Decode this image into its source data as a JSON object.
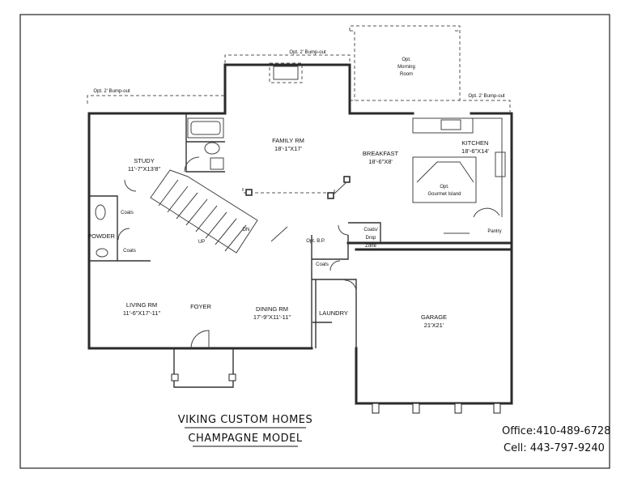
{
  "rooms": {
    "opt_morning_room": [
      "Opt.",
      "Morning",
      "Room"
    ],
    "family_rm": [
      "FAMILY RM",
      "18'-1\"X17'"
    ],
    "breakfast": [
      "BREAKFAST",
      "18'-6\"X8'"
    ],
    "kitchen": [
      "KITCHEN",
      "18'-6\"X14'"
    ],
    "study": [
      "STUDY",
      "11'-7\"X13'8\""
    ],
    "gourmet_island": [
      "Opt.",
      "Gourmet Island"
    ],
    "powder": "POWDER",
    "coats_study": "Coats",
    "coats_powder": "Coats",
    "coats_drop_zone": [
      "Coats/",
      "Drop",
      "Zone"
    ],
    "pantry": "Pantry",
    "opt_bp": "Opt. B.P.",
    "coats_hall": "Coats",
    "living_rm": [
      "LIVING RM",
      "11'-6\"X17'-11\""
    ],
    "foyer": "FOYER",
    "dining_rm": [
      "DINING RM",
      "17'-9\"X11'-11\""
    ],
    "laundry": "LAUNDRY",
    "garage": [
      "GARAGE",
      "21'X21'"
    ],
    "up": "UP",
    "dn": "DN"
  },
  "bumpouts": {
    "left": "Opt. 2' Bump-out",
    "top": "Opt. 2' Bump-out",
    "right": "Opt. 2' Bump-out"
  },
  "title": {
    "line1": "VIKING CUSTOM HOMES",
    "line2": "CHAMPAGNE MODEL"
  },
  "contact": {
    "office": "Office:410-489-6728",
    "cell": "Cell: 443-797-9240"
  }
}
